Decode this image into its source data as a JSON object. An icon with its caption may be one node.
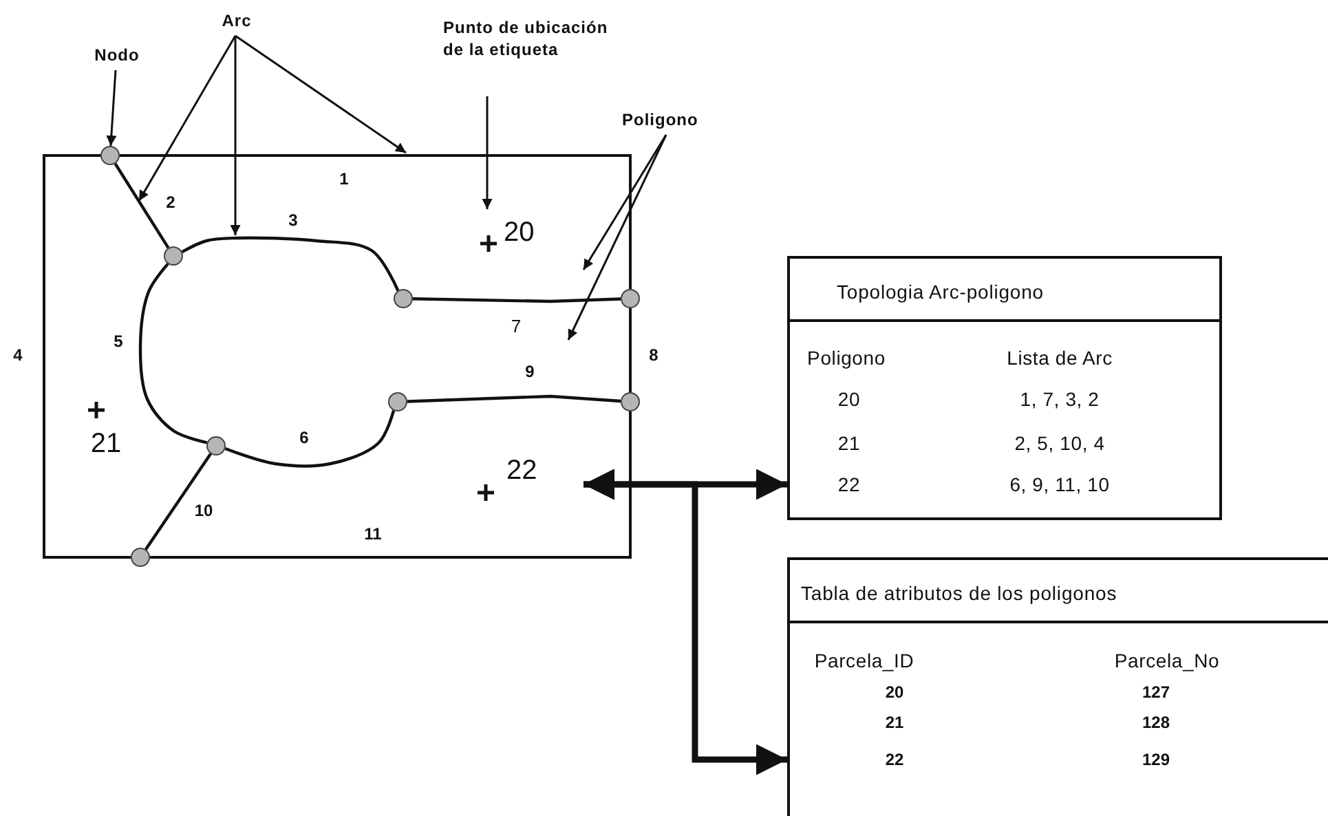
{
  "diagram": {
    "nodes": [
      {
        "text": [
          "Nodo"
        ]
      },
      {
        "text": [
          "Arc"
        ]
      },
      {
        "text": [
          "Punto de ubicación de la etiqueta"
        ]
      },
      {
        "text": [
          "Poligono"
        ]
      },
      {
        "text": [
          "20"
        ]
      },
      {
        "text": [
          "22"
        ]
      },
      {
        "text": [
          "Topologia Arc-poligono"
        ]
      },
      {
        "text": [
          "Tabla de atributos de los poligonos"
        ]
      },
      {
        "text": [],
        "shape": "circle"
      },
      {
        "text": [],
        "shape": "circle"
      },
      {
        "text": [],
        "shape": "circle"
      },
      {
        "text": [],
        "shape": "circle"
      },
      {
        "text": [],
        "shape": "circle"
      },
      {
        "text": [],
        "shape": "circle"
      },
      {
        "text": [],
        "shape": "circle"
      },
      {
        "text": [],
        "shape": "circle"
      }
    ],
    "edges": [
      {
        "from": 0,
        "to": 8,
        "arrow": "to"
      },
      {
        "from": 1,
        "to": null,
        "arrow": "to"
      },
      {
        "from": 1,
        "to": null,
        "arrow": "to"
      },
      {
        "from": 1,
        "to": null,
        "arrow": "to"
      },
      {
        "from": 2,
        "to": 4,
        "arrow": "to"
      },
      {
        "from": 3,
        "to": null,
        "arrow": "to"
      },
      {
        "from": 3,
        "to": null,
        "arrow": "to"
      },
      {
        "from": 5,
        "to": 6,
        "arrow": "both",
        "style": "thick"
      },
      {
        "from": 5,
        "to": 7,
        "arrow": "both",
        "style": "thick"
      },
      {
        "from": 8,
        "to": 15,
        "arrow": "none"
      },
      {
        "from": 8,
        "to": 10,
        "arrow": "none"
      },
      {
        "from": 10,
        "to": 13,
        "arrow": "none"
      },
      {
        "from": 8,
        "to": 9,
        "arrow": "none"
      },
      {
        "from": 10,
        "to": 11,
        "arrow": "none"
      },
      {
        "from": 11,
        "to": 12,
        "arrow": "none"
      },
      {
        "from": 13,
        "to": 15,
        "arrow": "none"
      },
      {
        "from": 15,
        "to": 14,
        "arrow": "none"
      },
      {
        "from": 12,
        "to": 14,
        "arrow": "none"
      },
      {
        "from": 11,
        "to": 9,
        "arrow": "none"
      },
      {
        "from": 14,
        "to": 9,
        "arrow": "none"
      }
    ],
    "labels": [
      "1",
      "2",
      "3",
      "7",
      "5",
      "4",
      "8",
      "9",
      "6",
      "21",
      "10",
      "11",
      "Poligono",
      "Lista de Arc",
      "20",
      "1, 7, 3, 2",
      "21",
      "2, 5, 10, 4",
      "22",
      "6, 9, 11, 10",
      "Parcela_ID",
      "Parcela_No",
      "20",
      "127",
      "21",
      "128",
      "22",
      "129"
    ]
  }
}
